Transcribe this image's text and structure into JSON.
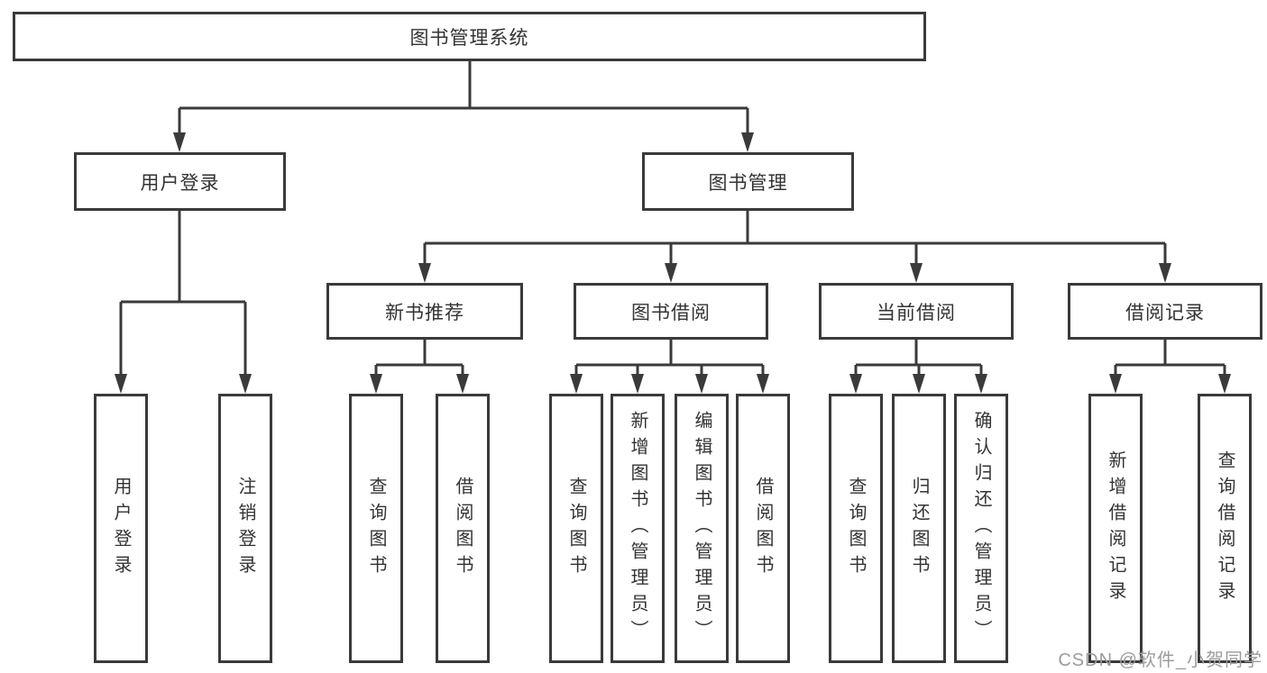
{
  "tree": {
    "root": {
      "label": "图书管理系统"
    },
    "branches": [
      {
        "label": "用户登录",
        "children": [
          "用户登录",
          "注销登录"
        ]
      },
      {
        "label": "图书管理",
        "children": [
          {
            "label": "新书推荐",
            "children": [
              "查询图书",
              "借阅图书"
            ]
          },
          {
            "label": "图书借阅",
            "children": [
              "查询图书",
              "新增图书（管理员）",
              "编辑图书（管理员）",
              "借阅图书"
            ]
          },
          {
            "label": "当前借阅",
            "children": [
              "查询图书",
              "归还图书",
              "确认归还（管理员）"
            ]
          },
          {
            "label": "借阅记录",
            "children": [
              "新增借阅记录",
              "查询借阅记录"
            ]
          }
        ]
      }
    ]
  },
  "colors": {
    "line": "#3a3a3a",
    "box_border": "#3a3a3a",
    "text": "#333333",
    "watermark": "#9c9c9c"
  },
  "watermark": {
    "text": "CSDN @软件_小贺同学"
  }
}
